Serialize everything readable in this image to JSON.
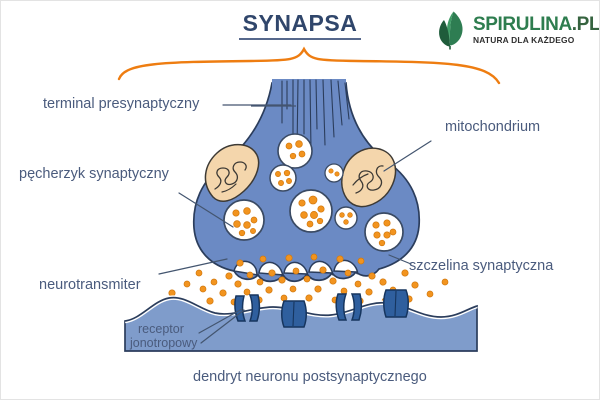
{
  "page": {
    "title": "SYNAPSA",
    "background": "#ffffff",
    "border_color": "#e3e3e3"
  },
  "logo": {
    "icon": "leaf-icon",
    "brand": "SPIRULINA",
    "tld": ".PL",
    "tagline": "NATURA DLA KAŻDEGO",
    "leaf_color": "#2e7d52",
    "leaf_color_dark": "#1f5c3b",
    "text_color": "#2e7d4f",
    "tagline_color": "#2f2f2f"
  },
  "brace": {
    "name": "presynaptic-terminal-brace",
    "color": "#ee7d11"
  },
  "labels": {
    "terminal": "terminal presynaptyczny",
    "vesicle": "pęcherzyk synaptyczny",
    "neurotransmitter": "neurotransmiter",
    "mitochondrium": "mitochondrium",
    "cleft": "szczelina synaptyczna",
    "receptor_line1": "receptor",
    "receptor_line2": "jonotropowy",
    "dendrite": "dendryt neuronu postsynaptycznego",
    "text_color": "#4a5b7d"
  },
  "colors": {
    "neuron_blue": "#6b8ac4",
    "neuron_blue_dark": "#5576b5",
    "postsynaptic_blue": "#7f9ccb",
    "receptor_blue": "#2f5f9e",
    "mitochondrion_fill": "#f4d6ac",
    "mitochondrion_stroke": "#3d3a35",
    "vesicle_fill": "#fbfbfb",
    "vesicle_stroke": "#3a4a63",
    "neurotransmitter": "#f2941f",
    "neurotransmitter_stroke": "#d2780d",
    "outline": "#2b3d5c",
    "leader_line": "#43556f"
  },
  "structures": {
    "axon_shaft": "presynaptic axon shaft with microtubules",
    "terminal_bouton": "presynaptic terminal bouton",
    "mitochondria_count": 2,
    "vesicle_count": 9,
    "receptor_count": 4,
    "neurotransmitter_dot_count": 46
  }
}
